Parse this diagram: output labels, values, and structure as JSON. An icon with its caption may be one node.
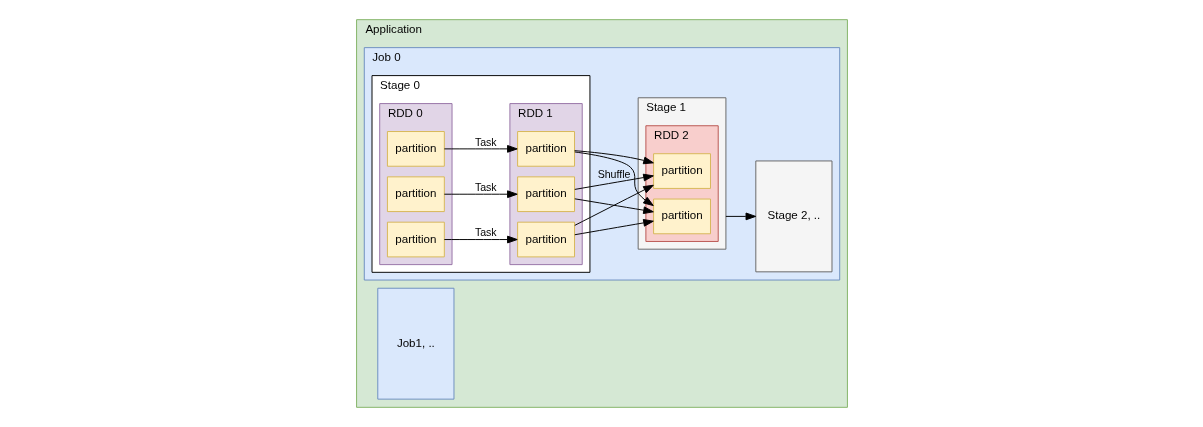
{
  "diagram": {
    "nodes": [
      {
        "text": [
          "Application"
        ]
      },
      {
        "text": [
          "Job 0"
        ],
        "in": 0
      },
      {
        "text": [
          "Stage 0"
        ],
        "in": 1
      },
      {
        "text": [
          "RDD 0"
        ],
        "in": 2
      },
      {
        "text": [
          "partition"
        ],
        "in": 3
      },
      {
        "text": [
          "partition"
        ],
        "in": 3
      },
      {
        "text": [
          "partition"
        ],
        "in": 3
      },
      {
        "text": [
          "RDD 1"
        ],
        "in": 2
      },
      {
        "text": [
          "partition"
        ],
        "in": 7
      },
      {
        "text": [
          "partition"
        ],
        "in": 7
      },
      {
        "text": [
          "partition"
        ],
        "in": 7
      },
      {
        "text": [
          "Stage 1"
        ],
        "in": 1
      },
      {
        "text": [
          "RDD 2"
        ],
        "in": 11
      },
      {
        "text": [
          "partition"
        ],
        "in": 12
      },
      {
        "text": [
          "partition"
        ],
        "in": 12
      },
      {
        "text": [
          "Stage 2, .."
        ],
        "in": 1
      },
      {
        "text": [
          "Job1, .."
        ],
        "in": 0
      }
    ],
    "edges": [
      {
        "from": 4,
        "to": 8,
        "arrow": "to",
        "label": "Task"
      },
      {
        "from": 5,
        "to": 9,
        "arrow": "to",
        "label": "Task"
      },
      {
        "from": 6,
        "to": 10,
        "arrow": "to",
        "label": "Task"
      },
      {
        "from": 8,
        "to": 13,
        "arrow": "to"
      },
      {
        "from": 8,
        "to": 14,
        "arrow": "to"
      },
      {
        "from": 9,
        "to": 13,
        "arrow": "to"
      },
      {
        "from": 9,
        "to": 14,
        "arrow": "to",
        "label": "Shuffle"
      },
      {
        "from": 10,
        "to": 13,
        "arrow": "to"
      },
      {
        "from": 10,
        "to": 14,
        "arrow": "to"
      },
      {
        "from": 11,
        "to": 15,
        "arrow": "to"
      }
    ]
  }
}
